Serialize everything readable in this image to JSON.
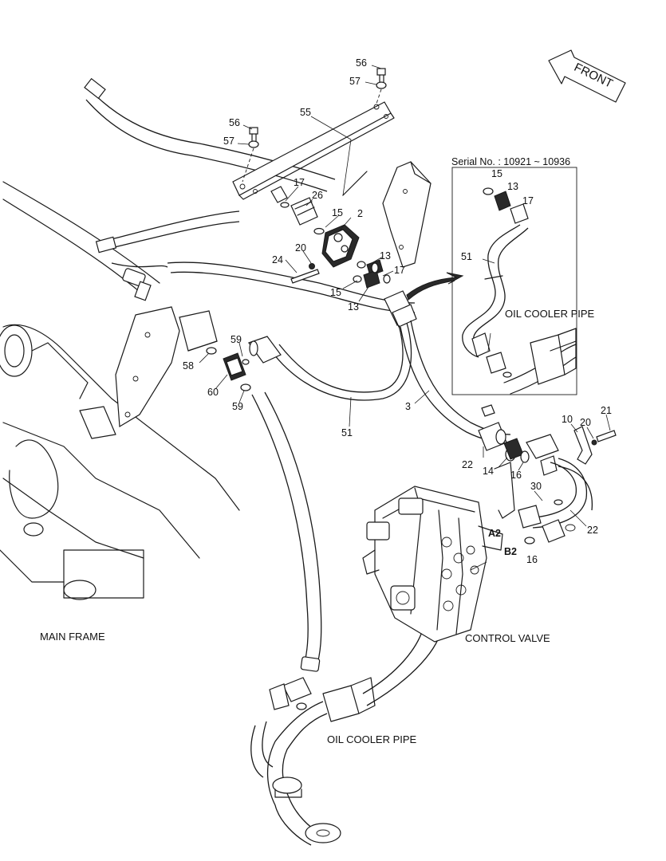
{
  "front_label": "FRONT",
  "serial_label": "Serial No. : 10921 ~ 10936",
  "captions": {
    "oil_cooler_pipe_inset": "OIL COOLER PIPE",
    "main_frame": "MAIN FRAME",
    "control_valve": "CONTROL VALVE",
    "oil_cooler_pipe_bottom": "OIL COOLER PIPE"
  },
  "part_numbers": {
    "p56a": "56",
    "p57a": "57",
    "p55": "55",
    "p56b": "56",
    "p57b": "57",
    "p17a": "17",
    "p26": "26",
    "p15a": "15",
    "p2": "2",
    "p20a": "20",
    "p24": "24",
    "p13a": "13",
    "p17b": "17",
    "p15b": "15",
    "p13b": "13",
    "p59a": "59",
    "p58": "58",
    "p60": "60",
    "p59b": "59",
    "p51a": "51",
    "p3": "3",
    "p10": "10",
    "p20b": "20",
    "p21": "21",
    "p22a": "22",
    "p14": "14",
    "p16a": "16",
    "p30": "30",
    "p22b": "22",
    "pA2": "A2",
    "pB2": "B2",
    "p16b": "16",
    "in15": "15",
    "in13": "13",
    "in17": "17",
    "in51": "51"
  }
}
